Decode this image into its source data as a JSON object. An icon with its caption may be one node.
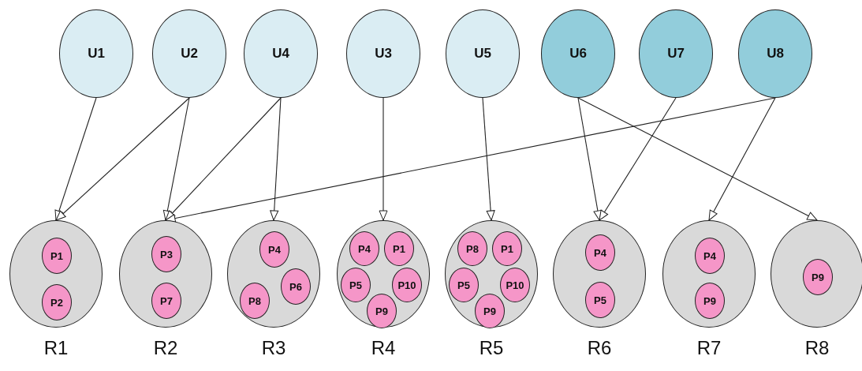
{
  "diagram": {
    "nodes": [
      {
        "text": [
          "U1"
        ]
      },
      {
        "text": [
          "U2"
        ]
      },
      {
        "text": [
          "U4"
        ]
      },
      {
        "text": [
          "U3"
        ]
      },
      {
        "text": [
          "U5"
        ]
      },
      {
        "text": [
          "U6"
        ]
      },
      {
        "text": [
          "U7"
        ]
      },
      {
        "text": [
          "U8"
        ]
      },
      {
        "text": [
          "R1"
        ]
      },
      {
        "text": [
          "P1"
        ],
        "in": 8
      },
      {
        "text": [
          "P2"
        ],
        "in": 8
      },
      {
        "text": [
          "R2"
        ]
      },
      {
        "text": [
          "P3"
        ],
        "in": 11
      },
      {
        "text": [
          "P7"
        ],
        "in": 11
      },
      {
        "text": [
          "R3"
        ]
      },
      {
        "text": [
          "P4"
        ],
        "in": 14
      },
      {
        "text": [
          "P6"
        ],
        "in": 14
      },
      {
        "text": [
          "P8"
        ],
        "in": 14
      },
      {
        "text": [
          "R4"
        ]
      },
      {
        "text": [
          "P4"
        ],
        "in": 18
      },
      {
        "text": [
          "P1"
        ],
        "in": 18
      },
      {
        "text": [
          "P5"
        ],
        "in": 18
      },
      {
        "text": [
          "P10"
        ],
        "in": 18
      },
      {
        "text": [
          "P9"
        ],
        "in": 18
      },
      {
        "text": [
          "R5"
        ]
      },
      {
        "text": [
          "P8"
        ],
        "in": 24
      },
      {
        "text": [
          "P1"
        ],
        "in": 24
      },
      {
        "text": [
          "P5"
        ],
        "in": 24
      },
      {
        "text": [
          "P10"
        ],
        "in": 24
      },
      {
        "text": [
          "P9"
        ],
        "in": 24
      },
      {
        "text": [
          "R6"
        ]
      },
      {
        "text": [
          "P4"
        ],
        "in": 30
      },
      {
        "text": [
          "P5"
        ],
        "in": 30
      },
      {
        "text": [
          "R7"
        ]
      },
      {
        "text": [
          "P4"
        ],
        "in": 33
      },
      {
        "text": [
          "P9"
        ],
        "in": 33
      },
      {
        "text": [
          "R8"
        ]
      },
      {
        "text": [
          "P9"
        ],
        "in": 36
      }
    ],
    "edges": [
      {
        "from": 0,
        "to": 8,
        "arrow": "to"
      },
      {
        "from": 1,
        "to": 8,
        "arrow": "to"
      },
      {
        "from": 1,
        "to": 11,
        "arrow": "to"
      },
      {
        "from": 2,
        "to": 11,
        "arrow": "to"
      },
      {
        "from": 2,
        "to": 14,
        "arrow": "to"
      },
      {
        "from": 3,
        "to": 18,
        "arrow": "to"
      },
      {
        "from": 4,
        "to": 24,
        "arrow": "to"
      },
      {
        "from": 5,
        "to": 30,
        "arrow": "to"
      },
      {
        "from": 5,
        "to": 36,
        "arrow": "to"
      },
      {
        "from": 6,
        "to": 30,
        "arrow": "to"
      },
      {
        "from": 7,
        "to": 33,
        "arrow": "to"
      },
      {
        "from": 7,
        "to": 11,
        "arrow": "to"
      }
    ]
  }
}
